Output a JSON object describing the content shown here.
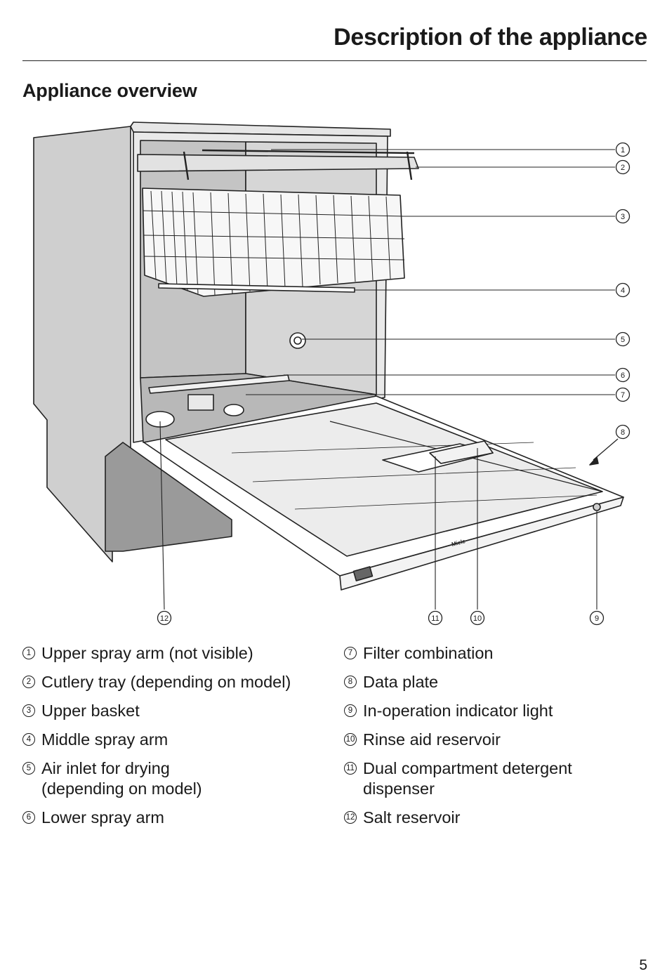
{
  "header": {
    "title": "Description of the appliance"
  },
  "section": {
    "title": "Appliance overview"
  },
  "figure": {
    "callouts": [
      "1",
      "2",
      "3",
      "4",
      "5",
      "6",
      "7",
      "8",
      "9",
      "10",
      "11",
      "12"
    ],
    "panel_brand": "Miele"
  },
  "legend": {
    "left": [
      {
        "num": "1",
        "text": "Upper spray arm (not visible)"
      },
      {
        "num": "2",
        "text": "Cutlery tray (depending on model)"
      },
      {
        "num": "3",
        "text": "Upper basket"
      },
      {
        "num": "4",
        "text": "Middle spray arm"
      },
      {
        "num": "5",
        "text": "Air inlet for drying\n(depending on model)"
      },
      {
        "num": "6",
        "text": "Lower spray arm"
      }
    ],
    "right": [
      {
        "num": "7",
        "text": "Filter combination"
      },
      {
        "num": "8",
        "text": "Data plate"
      },
      {
        "num": "9",
        "text": "In-operation indicator light"
      },
      {
        "num": "10",
        "text": "Rinse aid reservoir"
      },
      {
        "num": "11",
        "text": "Dual compartment detergent\ndispenser"
      },
      {
        "num": "12",
        "text": "Salt reservoir"
      }
    ]
  },
  "footer": {
    "page_number": "5"
  }
}
